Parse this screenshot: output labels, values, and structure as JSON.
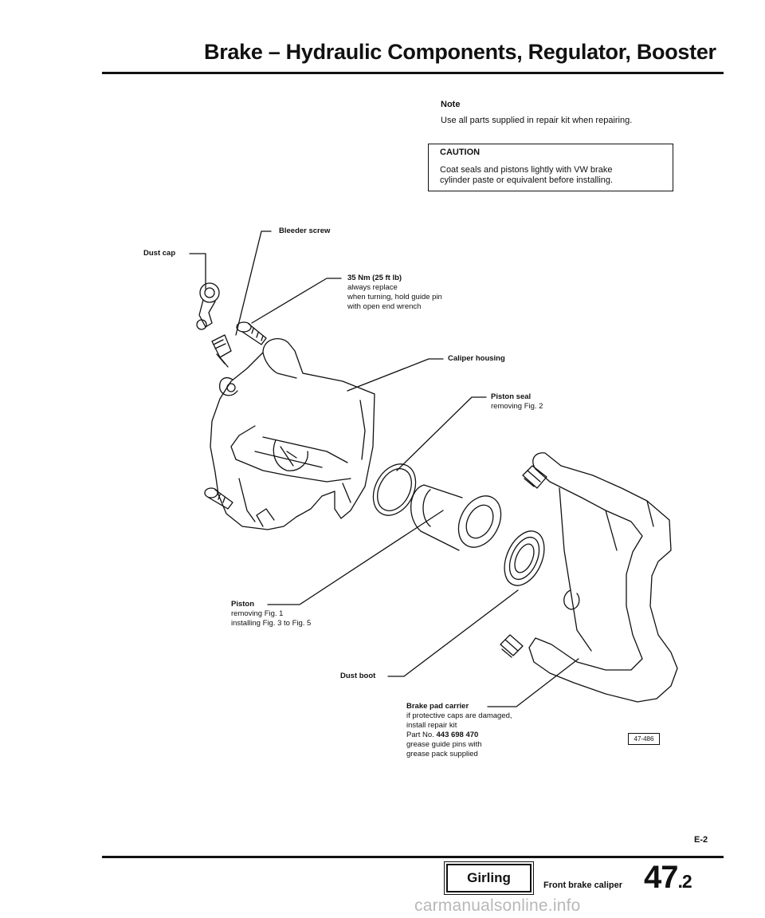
{
  "header": {
    "title": "Brake – Hydraulic Components, Regulator, Booster"
  },
  "note": {
    "heading": "Note",
    "text": "Use all parts supplied in repair kit when repairing."
  },
  "caution": {
    "heading": "CAUTION",
    "line1": "Coat seals and pistons lightly with VW brake",
    "line2": "cylinder paste or equivalent before installing."
  },
  "labels": {
    "bleeder_screw": "Bleeder screw",
    "dust_cap": "Dust cap",
    "bolt": {
      "torque": "35 Nm (25 ft lb)",
      "line1": "always replace",
      "line2": "when turning, hold guide pin",
      "line3": "with open end wrench"
    },
    "caliper_housing": "Caliper housing",
    "piston_seal": {
      "name": "Piston seal",
      "note": "removing Fig. 2"
    },
    "piston": {
      "name": "Piston",
      "line1": "removing Fig. 1",
      "line2": "installing Fig. 3 to Fig. 5"
    },
    "dust_boot": "Dust boot",
    "carrier": {
      "name": "Brake pad carrier",
      "line1": "if protective caps are damaged,",
      "line2": "install repair kit",
      "part_prefix": "Part No. ",
      "part_number": "443 698 470",
      "line4": "grease guide pins with",
      "line5": "grease pack supplied"
    }
  },
  "figure_ref": "47-486",
  "footer": {
    "section_code": "E-2",
    "brand": "Girling",
    "caption": "Front brake caliper",
    "page_main": "47",
    "page_sub": ".2",
    "watermark": "carmanualsonline.info"
  }
}
